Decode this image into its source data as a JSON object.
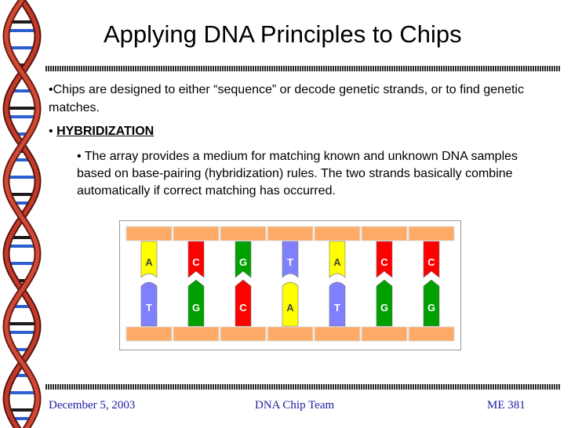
{
  "slide": {
    "title": "Applying DNA Principles to Chips",
    "bullets": [
      {
        "marker": "•",
        "text": "Chips are designed to either “sequence” or decode genetic strands, or to find genetic matches."
      },
      {
        "marker": "•",
        "text": "HYBRIDIZATION",
        "subbullet": {
          "marker": "•",
          "text": "The array provides a medium for matching known and unknown DNA samples based on base-pairing (hybridization) rules. The two strands basically combine automatically if correct matching has occurred."
        }
      }
    ],
    "diagram": {
      "pairs": [
        {
          "top": "A",
          "bottom": "T"
        },
        {
          "top": "C",
          "bottom": "G"
        },
        {
          "top": "G",
          "bottom": "C"
        },
        {
          "top": "T",
          "bottom": "A"
        },
        {
          "top": "A",
          "bottom": "T"
        },
        {
          "top": "C",
          "bottom": "G"
        },
        {
          "top": "C",
          "bottom": "G"
        }
      ],
      "base_colors": {
        "A": "#ffff00",
        "T": "#8080ff",
        "C": "#ff0000",
        "G": "#00a000"
      },
      "backbone_color": "#ffaa66"
    }
  },
  "footer": {
    "date": "December 5, 2003",
    "team": "DNA Chip Team",
    "course": "ME 381"
  }
}
